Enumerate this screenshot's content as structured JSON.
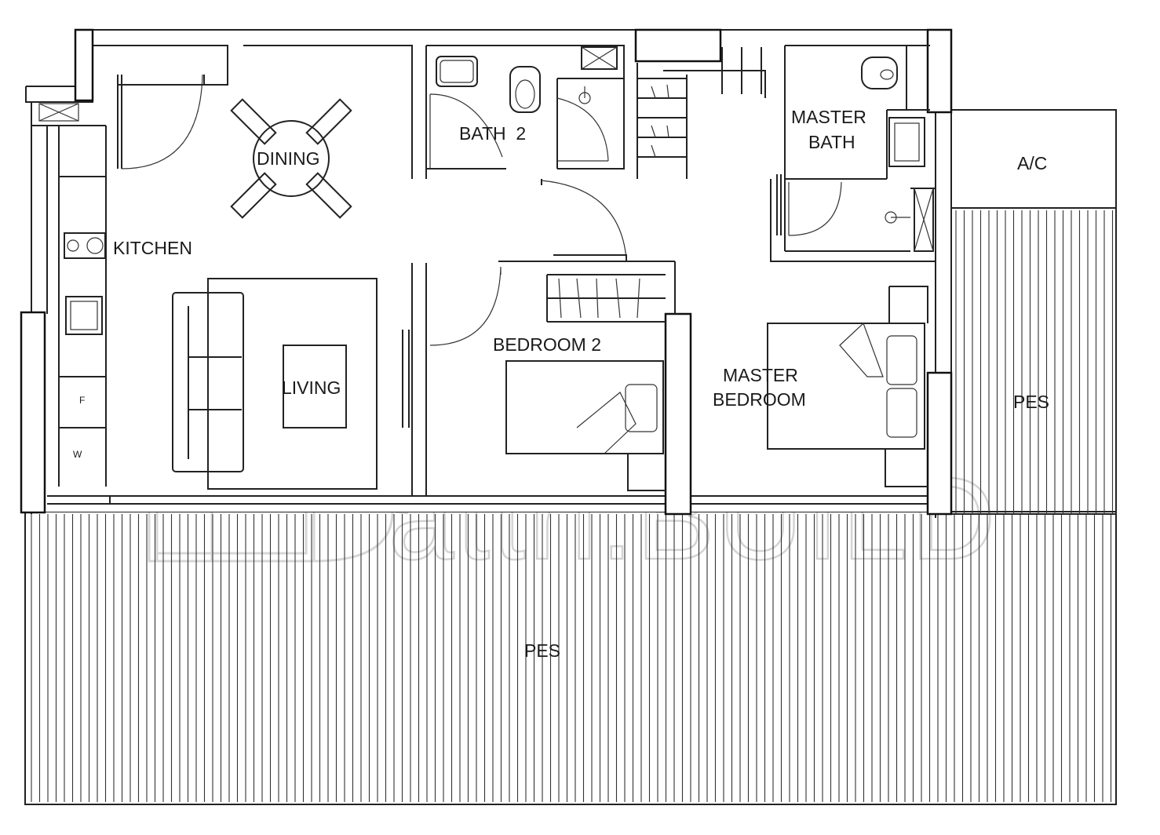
{
  "rooms": {
    "dining": "DINING",
    "kitchen": "KITCHEN",
    "living": "LIVING",
    "bath2": "BATH  2",
    "master_bath_line1": "MASTER",
    "master_bath_line2": "BATH",
    "ac": "A/C",
    "bedroom2": "BEDROOM 2",
    "master_bedroom_line1": "MASTER",
    "master_bedroom_line2": "BEDROOM",
    "pes_main": "PES",
    "pes_side": "PES"
  },
  "appliances": {
    "fridge": "F",
    "washer": "W"
  },
  "watermark": {
    "text": "attri.BUILD"
  }
}
